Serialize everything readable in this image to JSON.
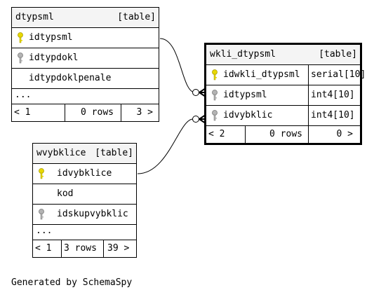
{
  "tables": {
    "dtypsml": {
      "name": "dtypsml",
      "kind": "[table]",
      "columns": [
        {
          "name": "idtypsml",
          "key": "primary"
        },
        {
          "name": "idtypdokl",
          "key": "foreign"
        },
        {
          "name": "idtypdoklpenale",
          "key": "none"
        }
      ],
      "more": "...",
      "footer": {
        "left": "< 1",
        "rows": "0 rows",
        "right": "3 >"
      }
    },
    "wkli_dtypsml": {
      "name": "wkli_dtypsml",
      "kind": "[table]",
      "columns": [
        {
          "name": "idwkli_dtypsml",
          "type": "serial[10]",
          "key": "primary"
        },
        {
          "name": "idtypsml",
          "type": "int4[10]",
          "key": "foreign"
        },
        {
          "name": "idvybklic",
          "type": "int4[10]",
          "key": "foreign"
        }
      ],
      "footer": {
        "left": "< 2",
        "rows": "0 rows",
        "right": "0 >"
      }
    },
    "wvybklice": {
      "name": "wvybklice",
      "kind": "[table]",
      "columns": [
        {
          "name": "idvybklice",
          "key": "primary"
        },
        {
          "name": "kod",
          "key": "none"
        },
        {
          "name": "idskupvybklic",
          "key": "foreign"
        }
      ],
      "more": "...",
      "footer": {
        "left": "< 1",
        "rows": "3 rows",
        "right": "39 >"
      }
    }
  },
  "relationships": [
    {
      "from": "dtypsml.idtypsml",
      "to": "wkli_dtypsml.idtypsml"
    },
    {
      "from": "wvybklice.idvybklice",
      "to": "wkli_dtypsml.idvybklic"
    }
  ],
  "key_colors": {
    "primary": "#e8d800",
    "foreign": "#aaaaaa"
  },
  "caption": "Generated by SchemaSpy"
}
